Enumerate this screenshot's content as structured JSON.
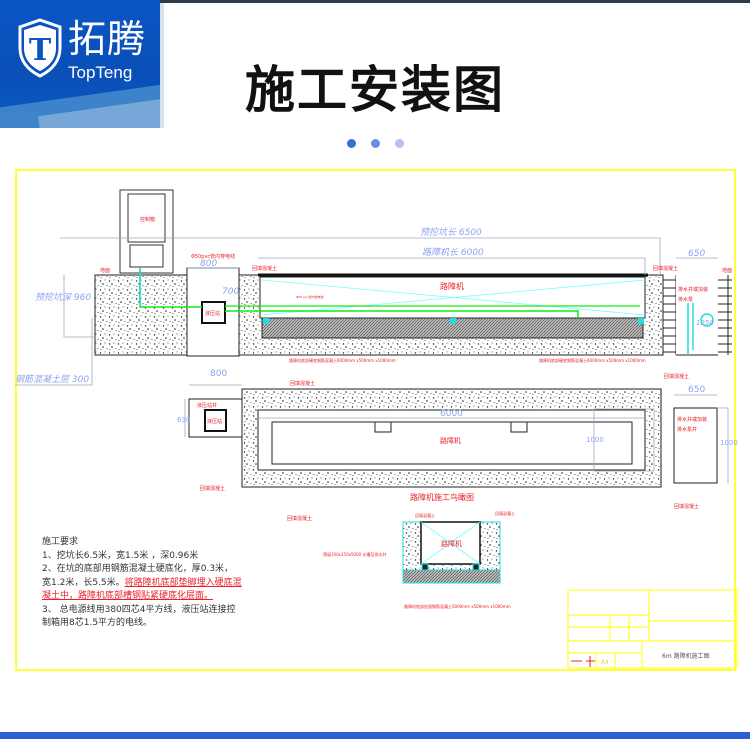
{
  "brand": {
    "name_cn": "拓腾",
    "name_en": "TopTeng",
    "logo_letter": "T"
  },
  "page_title": "施工安装图",
  "colors": {
    "brand_blue": "#0a55c4",
    "frame_yellow": "#ffff33",
    "dim_blue": "#7f97f0",
    "label_red": "#e8202a",
    "accent_bar": "#2a5fd6"
  },
  "drawing": {
    "section": {
      "control_cabinet": "控制箱",
      "pvc_pipe": "Φ50pvc管内穿电线",
      "ground_left": "地面",
      "ground_right": "地面",
      "dim_800": "800",
      "dim_700": "700",
      "hydraulic_station": "液压站",
      "pit_depth": "预挖坑深 960",
      "concrete_layer": "钢筋混凝土层 300",
      "pit_length": "预挖坑长 6500",
      "barrier_length": "路障机长 6000",
      "dim_650": "650",
      "dim_1250": "1250",
      "backfill_1": "回填混凝土",
      "backfill_2": "回填混凝土",
      "barrier": "路障机",
      "pipe_note": "Φ50 pvc管内穿电线",
      "drain_well": "排水井或加装",
      "drain_pump": "排水泵",
      "base_note_left": "路障机底部硬底钢筋混凝土6000mm x500mm x1000mm",
      "base_note_right": "路障机底部硬底钢筋混凝土6000mm x500mm x1000mm"
    },
    "plan": {
      "dim_800": "800",
      "dim_630": "630",
      "dim_6000": "6000",
      "dim_1000_inner": "1000",
      "dim_650": "650",
      "dim_1000_right": "1000",
      "hydraulic_well": "液压站井",
      "hydraulic_station": "液压站",
      "barrier": "路障机",
      "drain_well": "排水井或加装",
      "drain_pump": "排水泵井",
      "backfill_top": "回填混凝土",
      "backfill_left": "回填混凝土",
      "backfill_bottom": "回填混凝土",
      "backfill_right_top": "回填混凝土",
      "backfill_right_bottom": "回填混凝土",
      "caption": "路障机施工鸟瞰图"
    },
    "cross": {
      "backfill_left": "回填混凝土",
      "backfill_right": "回填混凝土",
      "barrier": "路障机",
      "drain_note": "预留100x150x5000 水槽至排水井",
      "base_note": "路障机底部加强钢筋混凝土5000mm x500mm x1000mm"
    },
    "title_block": {
      "title": "6m 路障机施工图",
      "sheet_size": "A4"
    }
  },
  "notes": {
    "heading": "施工要求",
    "item1": "1、挖坑长6.5米，宽1.5米 ，深0.96米",
    "item2_plain": "2、在坑的底部用钢筋混凝土硬底化，厚0.3米，宽1.2米，长5.5米。",
    "item2_red": "将路障机底部垫脚埋入硬底混凝土中，路障机底部槽钢贴紧硬底化层面。",
    "item3": "3、 总电源线用380四芯4平方线，液压站连接控制箱用8芯1.5平方的电线。"
  }
}
